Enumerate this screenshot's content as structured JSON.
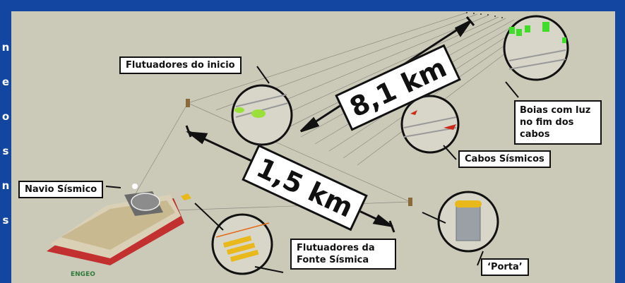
{
  "side_letters": [
    "n",
    "e",
    "o",
    "s",
    "n",
    "s"
  ],
  "labels": {
    "flutuadores_inicio": "Flutuadores do inicio",
    "distance_long": "8,1 km",
    "distance_short": "1,5 km",
    "boias": "Boias com luz\nno fim dos cabos",
    "cabos": "Cabos Sísmicos",
    "navio": "Navio Sísmico",
    "fonte": "Flutuadores da\nFonte Sísmica",
    "porta": "‘Porta’"
  },
  "logo_text": "ENGEO",
  "colors": {
    "frame": "#1346a0",
    "background": "#cbcab8",
    "ship_hull_red": "#c23030",
    "ship_deck": "#d8c9a3",
    "float_green": "#7ddc1f",
    "float_yellow": "#e9b81a",
    "cable_red": "#cc2a1a",
    "door_grey": "#9aa0a6"
  }
}
